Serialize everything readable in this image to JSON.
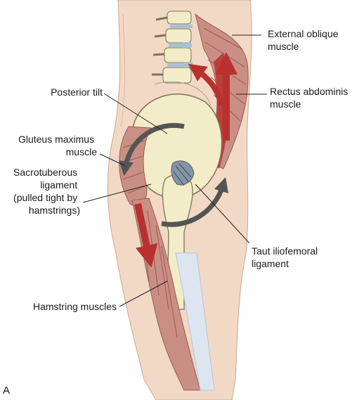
{
  "figure": {
    "panel_label": "A",
    "labels": {
      "external_oblique": [
        "External oblique",
        "muscle"
      ],
      "rectus_abdominis": [
        "Rectus abdominis",
        "muscle"
      ],
      "posterior_tilt": [
        "Posterior tilt"
      ],
      "gluteus_maximus": [
        "Gluteus maximus",
        "muscle"
      ],
      "sacrotuberous": [
        "Sacrotuberous",
        "ligament",
        "(pulled tight by",
        "hamstrings)"
      ],
      "iliofemoral": [
        "Taut iliofemoral",
        "ligament"
      ],
      "hamstrings": [
        "Hamstring muscles"
      ]
    }
  },
  "colors": {
    "skin": "#f2d9c6",
    "muscle_light": "#c98f84",
    "muscle_dark": "#9c5a52",
    "bone": "#f3ecc8",
    "bone_outline": "#7d7458",
    "disc": "#a9c1d6",
    "arrow_red": "#b8312f",
    "tilt_arrow": "#555555",
    "tendon": "#dde6f0"
  }
}
